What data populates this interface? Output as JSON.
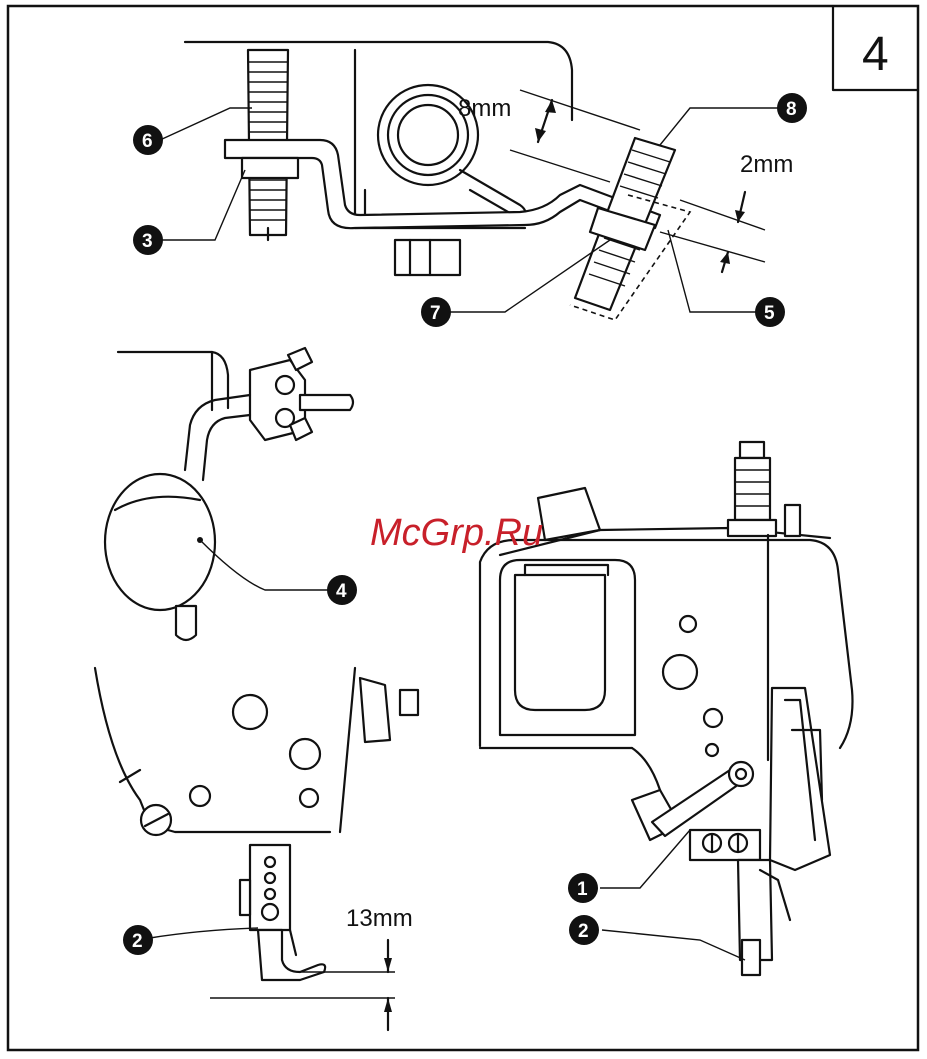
{
  "figure": {
    "page_number": "4",
    "watermark": "McGrp.Ru",
    "dimensions": {
      "top_gap": "8mm",
      "top_offset": "2mm",
      "presser_lift": "13mm"
    },
    "callouts": {
      "c1": "1",
      "c2a": "2",
      "c2b": "2",
      "c3": "3",
      "c4": "4",
      "c5": "5",
      "c6": "6",
      "c7": "7",
      "c8": "8"
    }
  },
  "colors": {
    "ink": "#111111",
    "paper": "#ffffff",
    "watermark": "#c8202a"
  }
}
